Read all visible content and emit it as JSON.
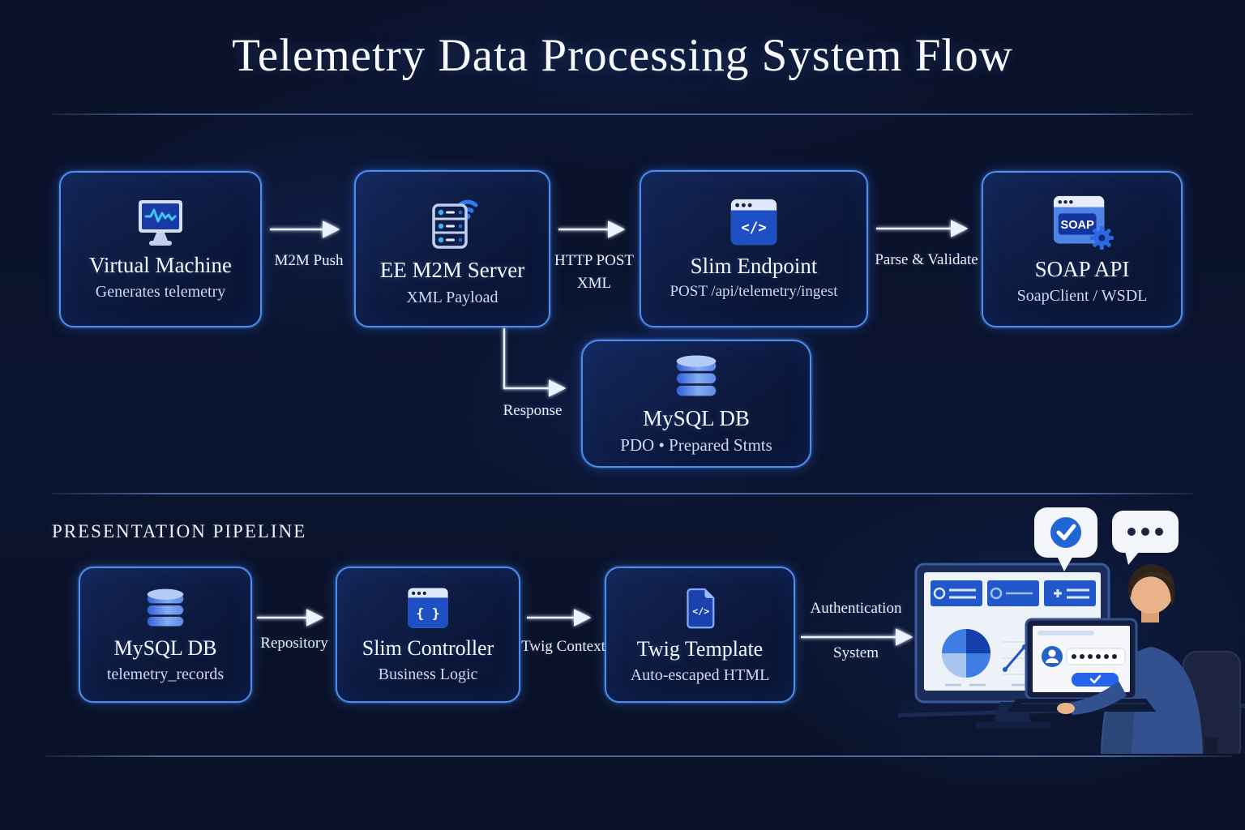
{
  "title": "Telemetry Data Processing System Flow",
  "section": {
    "presentation": "PRESENTATION PIPELINE"
  },
  "nodes": {
    "vm": {
      "title": "Virtual Machine",
      "subtitle": "Generates telemetry"
    },
    "m2m": {
      "title": "EE M2M Server",
      "subtitle": "XML Payload"
    },
    "endpoint": {
      "title": "Slim Endpoint",
      "subtitle": "POST /api/telemetry/ingest"
    },
    "soap": {
      "title": "SOAP API",
      "subtitle": "SoapClient / WSDL"
    },
    "db_ingest": {
      "title": "MySQL DB",
      "subtitle": "PDO • Prepared Stmts"
    },
    "db_records": {
      "title": "MySQL DB",
      "subtitle": "telemetry_records"
    },
    "controller": {
      "title": "Slim Controller",
      "subtitle": "Business Logic"
    },
    "twig": {
      "title": "Twig Template",
      "subtitle": "Auto-escaped HTML"
    }
  },
  "edges": {
    "m2m_push": "M2M Push",
    "http_post": "HTTP POST",
    "http_post_sub": "XML",
    "parse_validate": "Parse & Validate",
    "response": "Response",
    "repository": "Repository",
    "twig_context": "Twig Context",
    "auth": "Authentication",
    "auth_sub": "System"
  },
  "icons": {
    "soap_badge": "SOAP",
    "code_glyph": "</>",
    "braces_glyph": "{ }"
  },
  "colors": {
    "background": "#0a1128",
    "node_border": "#4b8df2",
    "node_fill": "#0d1c42",
    "accent": "#2f6fe4",
    "text_primary": "#f2f6ff",
    "text_secondary": "#ccd9f5",
    "arrow": "#eaf1ff"
  }
}
